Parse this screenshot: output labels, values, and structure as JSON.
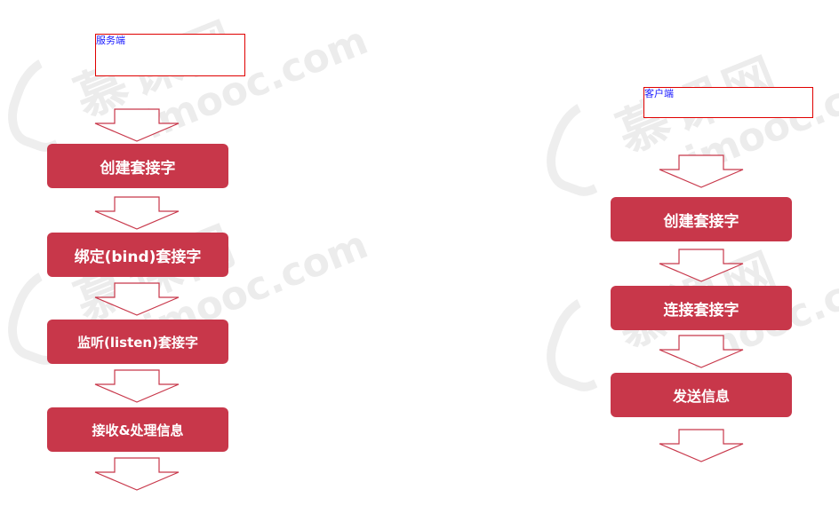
{
  "server": {
    "title": "服务端",
    "steps": [
      "创建套接字",
      "绑定(bind)套接字",
      "监听(listen)套接字",
      "接收&处理信息"
    ]
  },
  "client": {
    "title": "客户端",
    "steps": [
      "创建套接字",
      "连接套接字",
      "发送信息"
    ]
  },
  "watermark": {
    "brand": "慕课网",
    "domain": "imooc.com"
  },
  "colors": {
    "step_fill": "#c8374a",
    "label_border": "#e00000",
    "label_text": "#1a1aff",
    "arrow_stroke": "#c8374a"
  }
}
